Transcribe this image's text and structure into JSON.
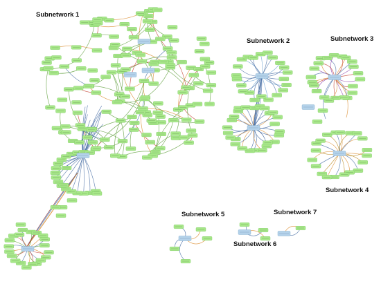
{
  "figure": {
    "subnetworks": [
      {
        "id": "sn1",
        "title": "Subnetwork 1"
      },
      {
        "id": "sn2",
        "title": "Subnetwork 2"
      },
      {
        "id": "sn3",
        "title": "Subnetwork 3"
      },
      {
        "id": "sn4",
        "title": "Subnetwork 4"
      },
      {
        "id": "sn5",
        "title": "Subnetwork 5"
      },
      {
        "id": "sn6",
        "title": "Subnetwork 6"
      },
      {
        "id": "sn7",
        "title": "Subnetwork 7"
      }
    ],
    "colors": {
      "gene_node": "#a8e88a",
      "gene_node_border": "#7cc862",
      "lncrna_node": "#b4d2ea",
      "lncrna_node_border": "#7da9cc",
      "edge_blue": "#4a6fa5",
      "edge_orange": "#d98a2b",
      "edge_red": "#c0392b",
      "edge_purple": "#8e44ad",
      "edge_green": "#5e9e3a"
    }
  }
}
